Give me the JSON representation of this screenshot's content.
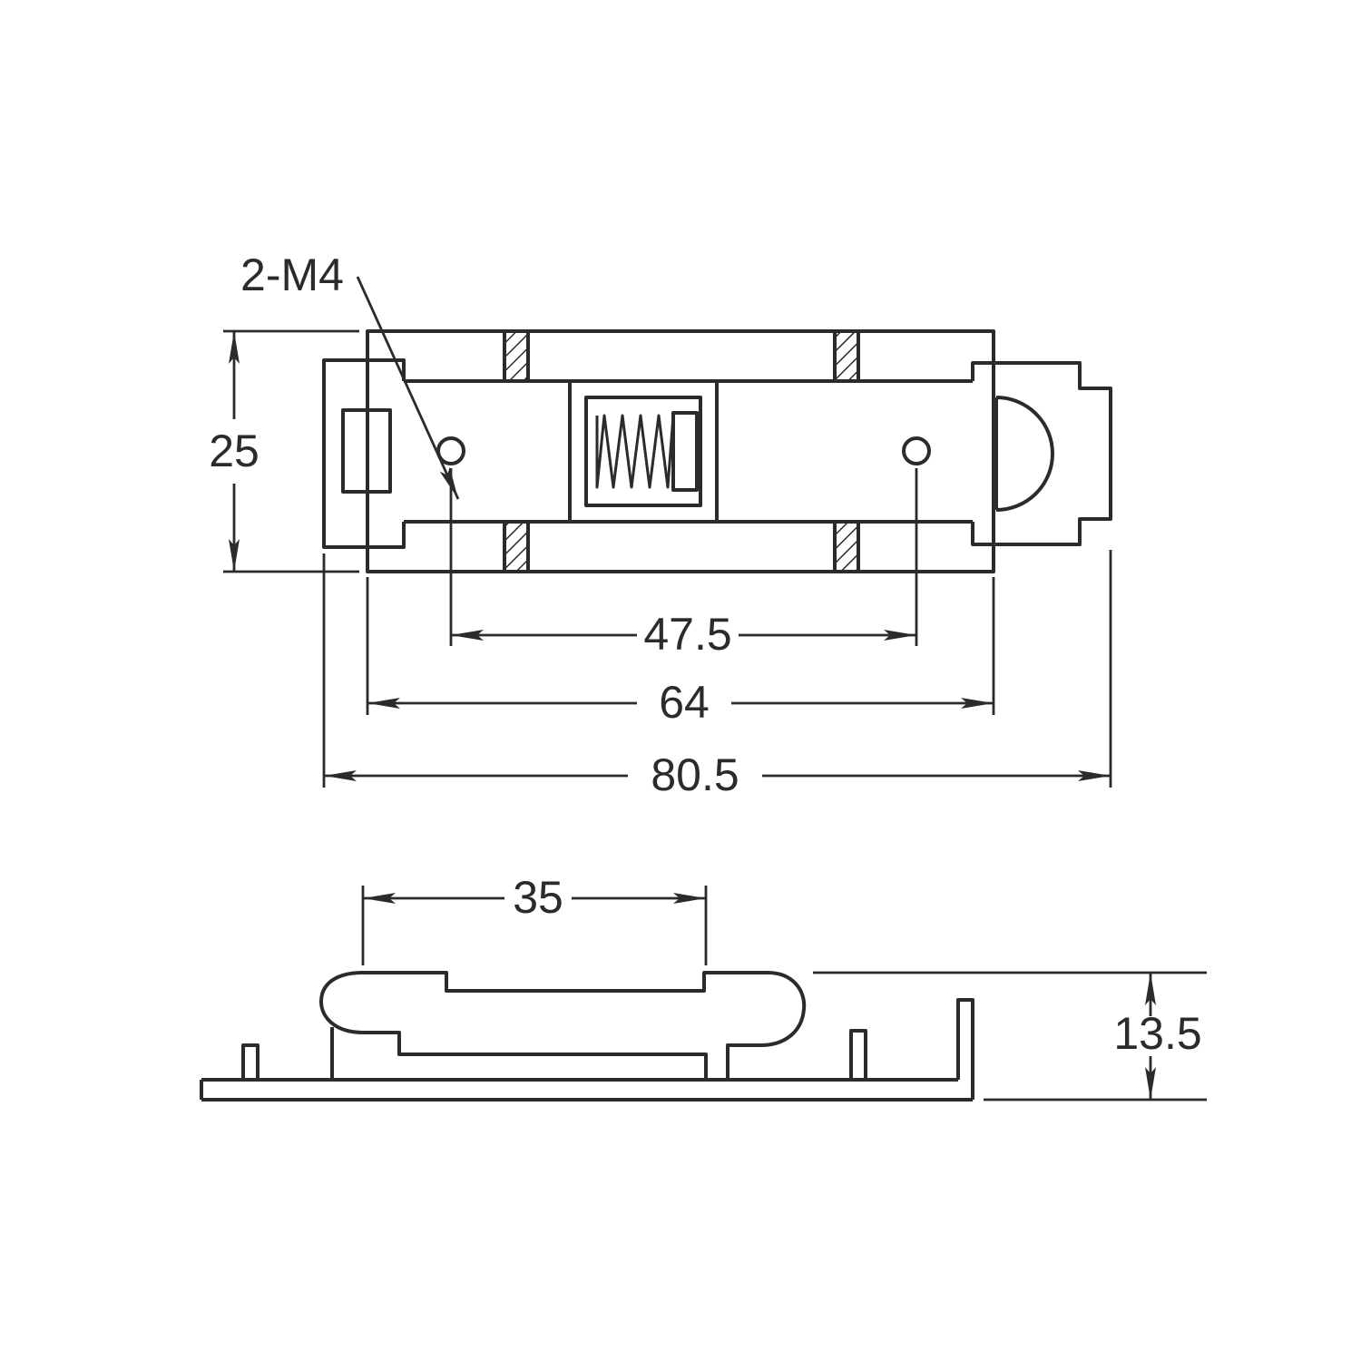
{
  "drawing": {
    "callouts": {
      "thread": "2-M4"
    },
    "top_view": {
      "height": "25",
      "hole_spacing": "47.5",
      "body_width": "64",
      "overall_width": "80.5"
    },
    "side_view": {
      "top_width": "35",
      "height": "13.5"
    },
    "colors": {
      "line": "#2b2b2b",
      "background": "#ffffff"
    }
  }
}
